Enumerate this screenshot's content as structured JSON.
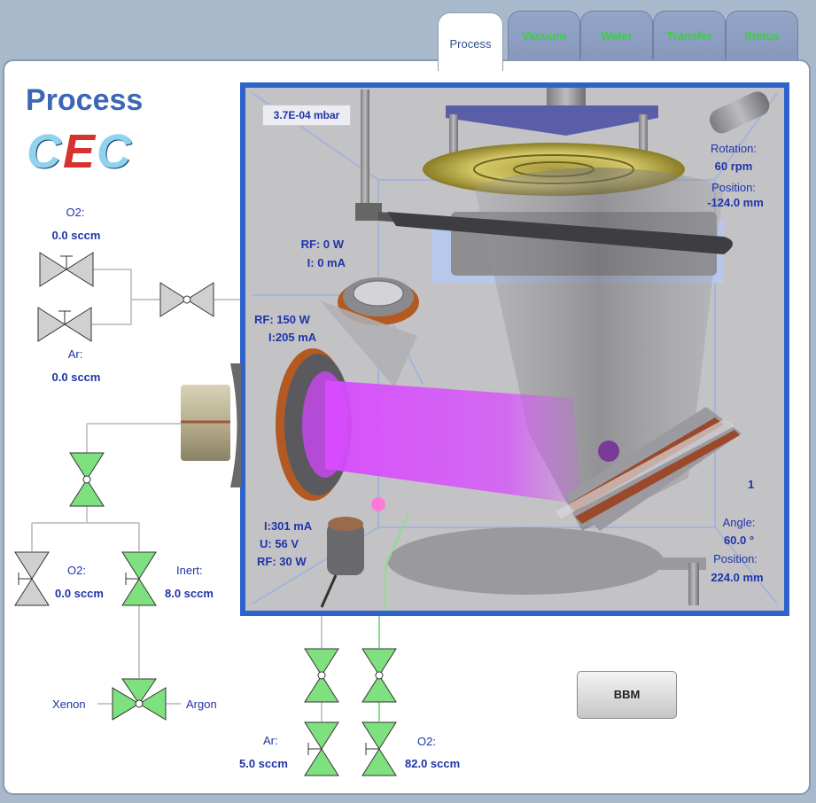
{
  "tabs": [
    {
      "label": "Process",
      "active": true
    },
    {
      "label": "Vacuum",
      "active": false
    },
    {
      "label": "Water",
      "active": false
    },
    {
      "label": "Transfer",
      "active": false
    },
    {
      "label": "Status",
      "active": false
    }
  ],
  "logo": {
    "title": "Process",
    "brand_c1": "C",
    "brand_e": "E",
    "brand_c2": "C"
  },
  "chamber": {
    "pressure": "3.7E-04 mbar",
    "rotation_label": "Rotation:",
    "rotation_value": "60 rpm",
    "position_label_top": "Position:",
    "position_value_top": "-124.0 mm",
    "rf_source_small": {
      "rf": "RF:  0 W",
      "i": "I:  0 mA"
    },
    "rf_source_large": {
      "rf": "RF: 150 W",
      "i": "I:205 mA"
    },
    "ion_source": {
      "i": "I:301 mA",
      "u": "U:  56 V",
      "rf": "RF:  30 W"
    },
    "substrate_index": "1",
    "angle_label": "Angle:",
    "angle_value": "60.0 °",
    "position_label_bottom": "Position:",
    "position_value_bottom": "224.0 mm"
  },
  "gas_top": {
    "o2_label": "O2:",
    "o2_value": "0.0 sccm",
    "ar_label": "Ar:",
    "ar_value": "0.0 sccm"
  },
  "gas_left": {
    "o2_label": "O2:",
    "o2_value": "0.0 sccm",
    "inert_label": "Inert:",
    "inert_value": "8.0 sccm",
    "xenon_label": "Xenon",
    "argon_label": "Argon"
  },
  "gas_bottom": {
    "ar_label": "Ar:",
    "ar_value": "5.0 sccm",
    "o2_label": "O2:",
    "o2_value": "82.0 sccm"
  },
  "bbm_label": "BBM",
  "colors": {
    "valve_open": "#7ee07e",
    "valve_closed": "#cfcfcf",
    "chamber_frame": "#2f63cc",
    "text": "#1f34a8",
    "plasma": "#d84bff"
  }
}
